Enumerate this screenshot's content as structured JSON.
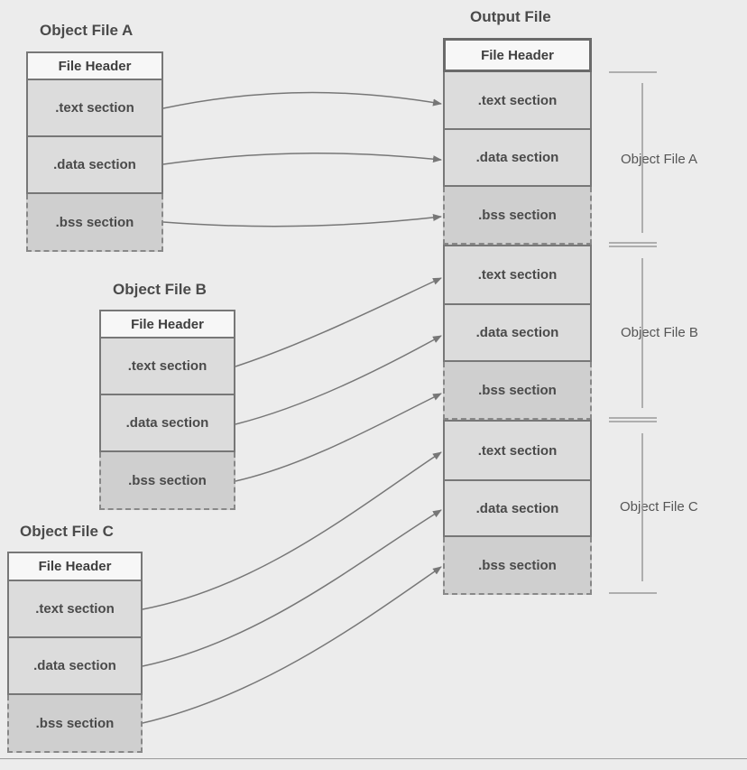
{
  "object_files": [
    {
      "title": "Object File A",
      "header": "File Header",
      "sections": [
        ".text section",
        ".data section",
        ".bss section"
      ]
    },
    {
      "title": "Object File B",
      "header": "File Header",
      "sections": [
        ".text section",
        ".data section",
        ".bss section"
      ]
    },
    {
      "title": "Object File C",
      "header": "File Header",
      "sections": [
        ".text section",
        ".data section",
        ".bss section"
      ]
    }
  ],
  "output": {
    "title": "Output File",
    "header": "File Header",
    "groups": [
      {
        "label": "Object File A",
        "sections": [
          ".text section",
          ".data section",
          ".bss section"
        ]
      },
      {
        "label": "Object File B",
        "sections": [
          ".text section",
          ".data section",
          ".bss section"
        ]
      },
      {
        "label": "Object File C",
        "sections": [
          ".text section",
          ".data section",
          ".bss section"
        ]
      }
    ]
  },
  "colors": {
    "box_fill": "#dcdcdc",
    "bss_fill": "#cfcfcf",
    "header_fill": "#f7f7f7",
    "line": "#777777",
    "background": "#ececec"
  }
}
